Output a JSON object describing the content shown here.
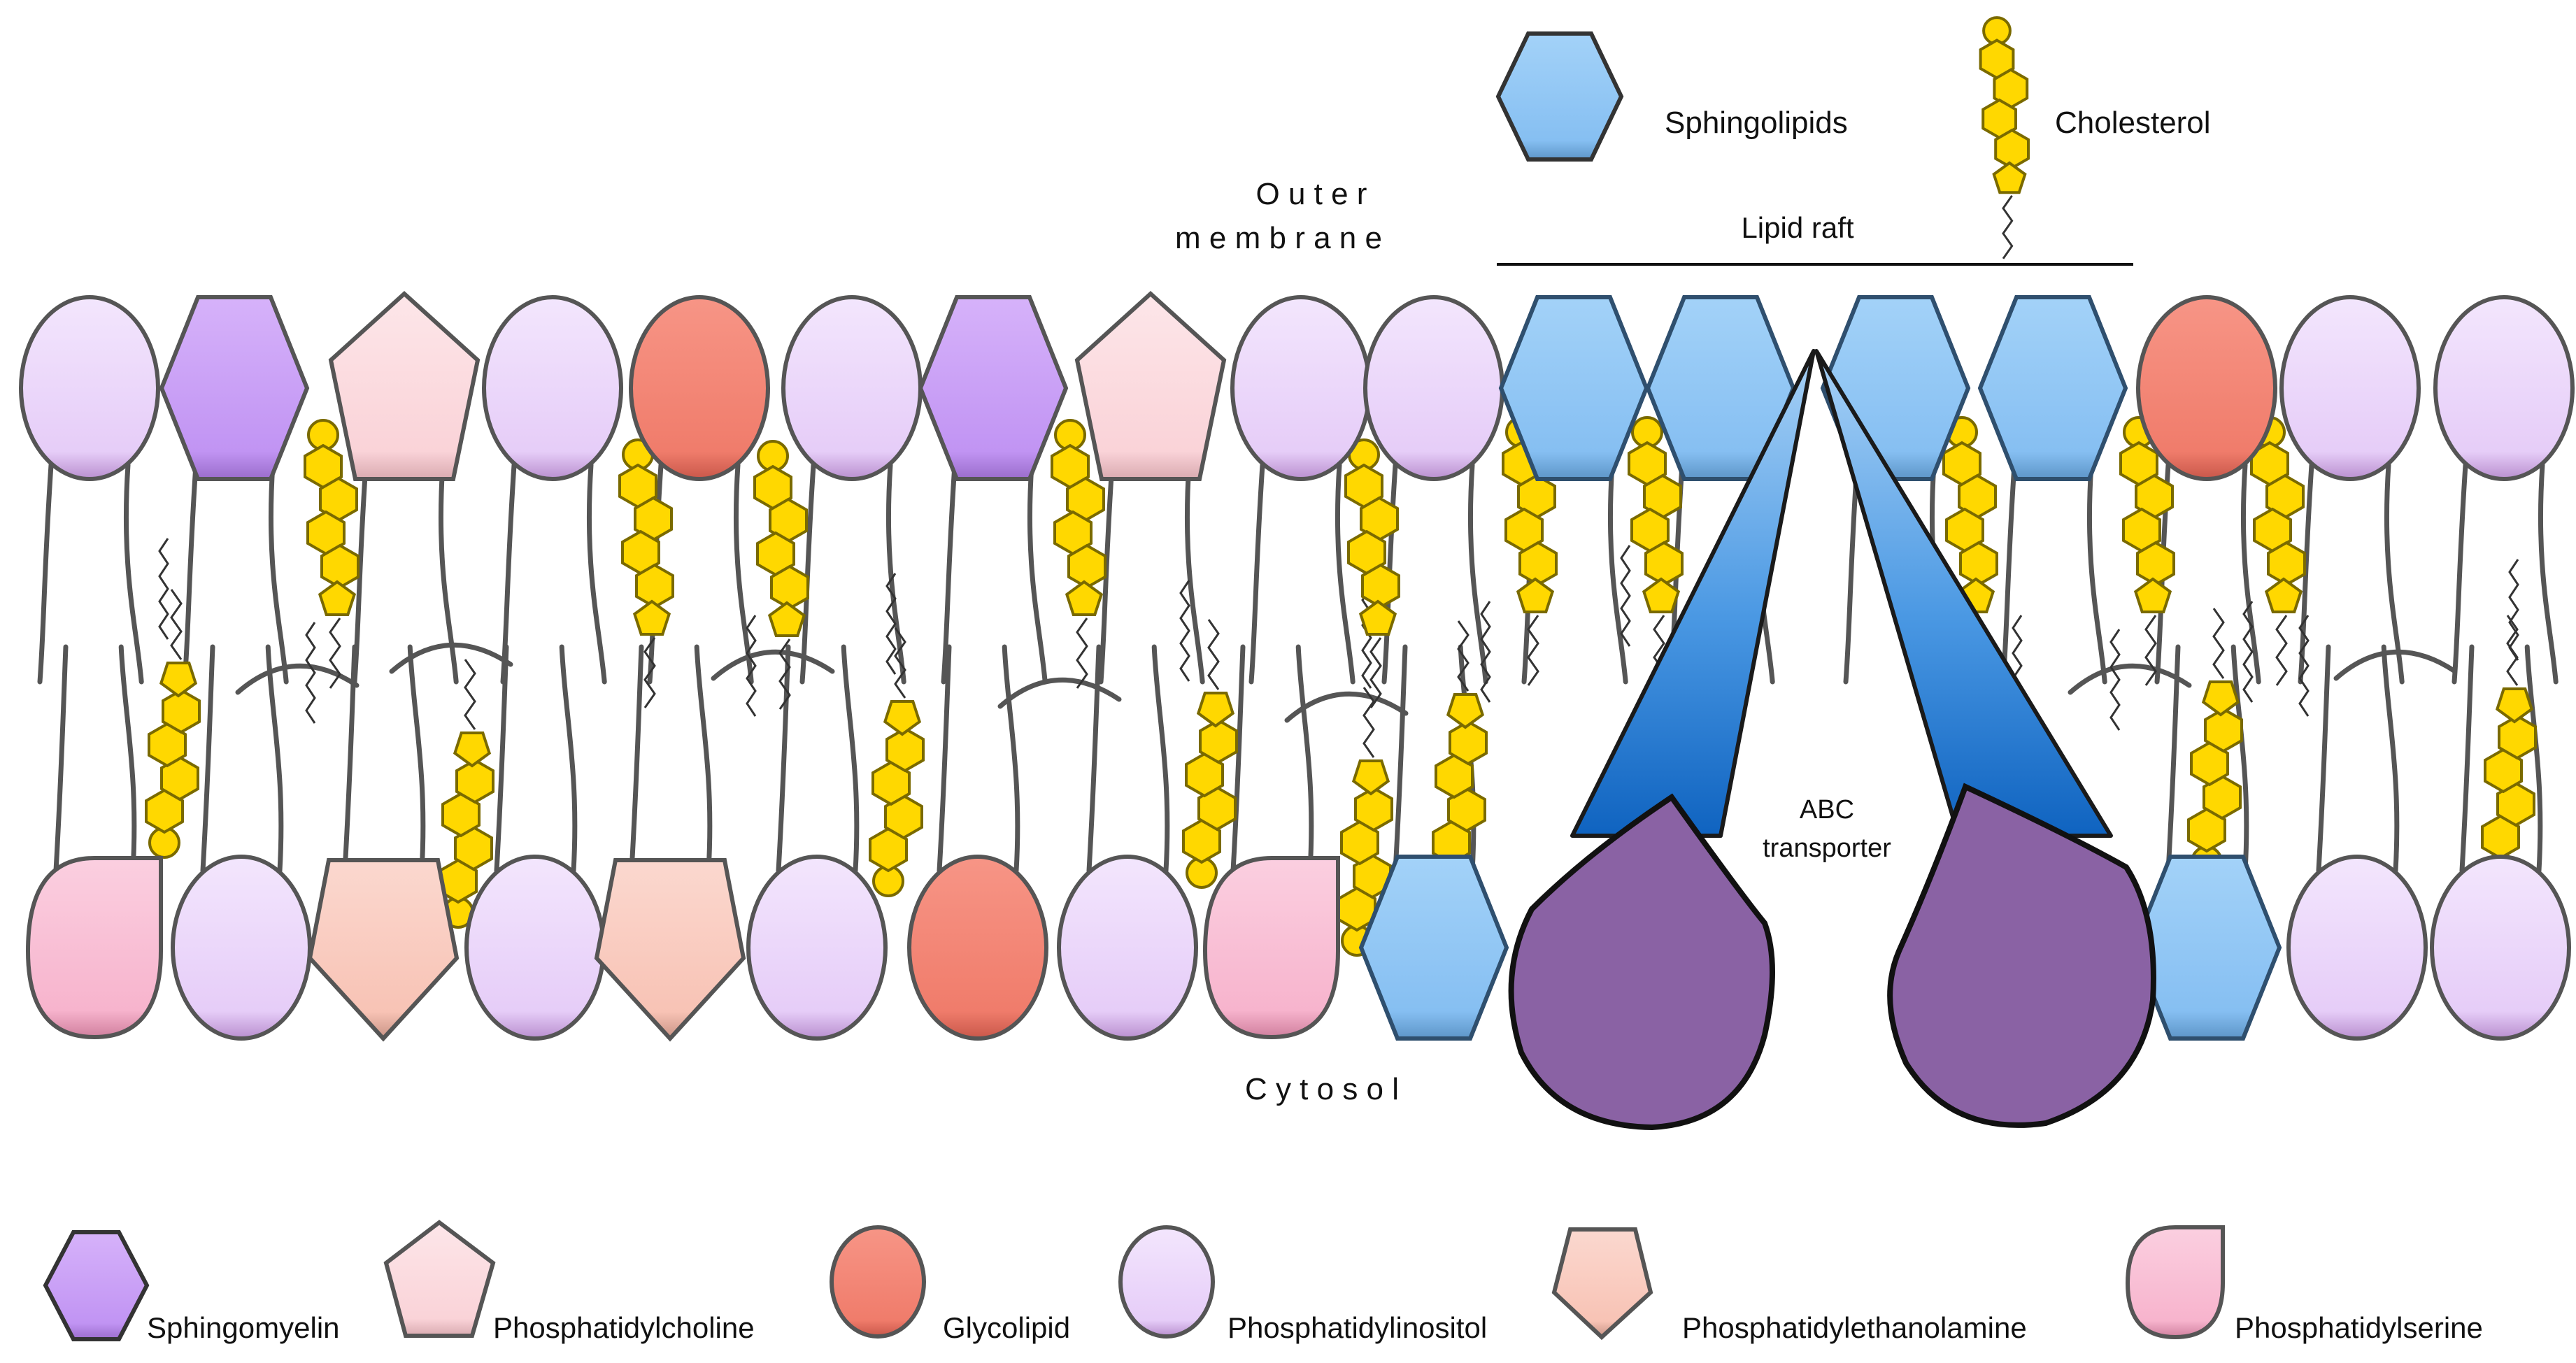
{
  "labels": {
    "outer_membrane_line1": "O u t e r",
    "outer_membrane_line2": "m e m b r a n e",
    "lipid_raft": "Lipid raft",
    "cytosol": "C y t o s o l",
    "abc_line1": "ABC",
    "abc_line2": "transporter"
  },
  "top_legend": [
    {
      "shape": "hexagon",
      "label": "Sphingolipids",
      "color": "#8ec5f3"
    },
    {
      "shape": "cholesterol",
      "label": "Cholesterol",
      "color": "#ffd800"
    }
  ],
  "bottom_legend": [
    {
      "shape": "hexagon",
      "label": "Sphingomyelin",
      "color": "#c89ef5"
    },
    {
      "shape": "pentagon",
      "label": "Phosphatidylcholine",
      "color": "#fbd9de"
    },
    {
      "shape": "circle",
      "label": "Glycolipid",
      "color": "#f28474"
    },
    {
      "shape": "circle",
      "label": "Phosphatidylinositol",
      "color": "#ecd9fb"
    },
    {
      "shape": "pentagon",
      "label": "Phosphatidylethanolamine",
      "color": "#f9cbbf"
    },
    {
      "shape": "teardrop",
      "label": "Phosphatidylserine",
      "color": "#f9bcd3"
    }
  ],
  "colors": {
    "sphingomyelin": "#c89ef5",
    "phosphatidylcholine": "#fbd9de",
    "glycolipid": "#f28474",
    "phosphatidylinositol": "#ecd9fb",
    "phosphatidylethanolamine": "#f9cbbf",
    "phosphatidylserine": "#f9bcd3",
    "sphingolipid": "#8ec5f3",
    "cholesterol": "#ffd800",
    "abc_transporter_body": "#8a62a4",
    "abc_transporter_channel": "#1a74d1",
    "tails": "#555555"
  },
  "outer_leaflet": [
    "phosphatidylinositol",
    "sphingomyelin",
    "phosphatidylcholine",
    "phosphatidylinositol",
    "glycolipid",
    "phosphatidylinositol",
    "sphingomyelin",
    "phosphatidylcholine",
    "phosphatidylinositol",
    "phosphatidylinositol",
    "sphingolipid",
    "sphingolipid",
    "sphingolipid",
    "sphingolipid",
    "glycolipid",
    "phosphatidylinositol",
    "phosphatidylinositol"
  ],
  "inner_leaflet": [
    "phosphatidylserine",
    "phosphatidylinositol",
    "phosphatidylethanolamine",
    "phosphatidylinositol",
    "phosphatidylethanolamine",
    "phosphatidylinositol",
    "glycolipid",
    "phosphatidylinositol",
    "phosphatidylserine",
    "sphingolipid",
    "sphingolipid",
    "phosphatidylinositol",
    "phosphatidylinositol"
  ]
}
